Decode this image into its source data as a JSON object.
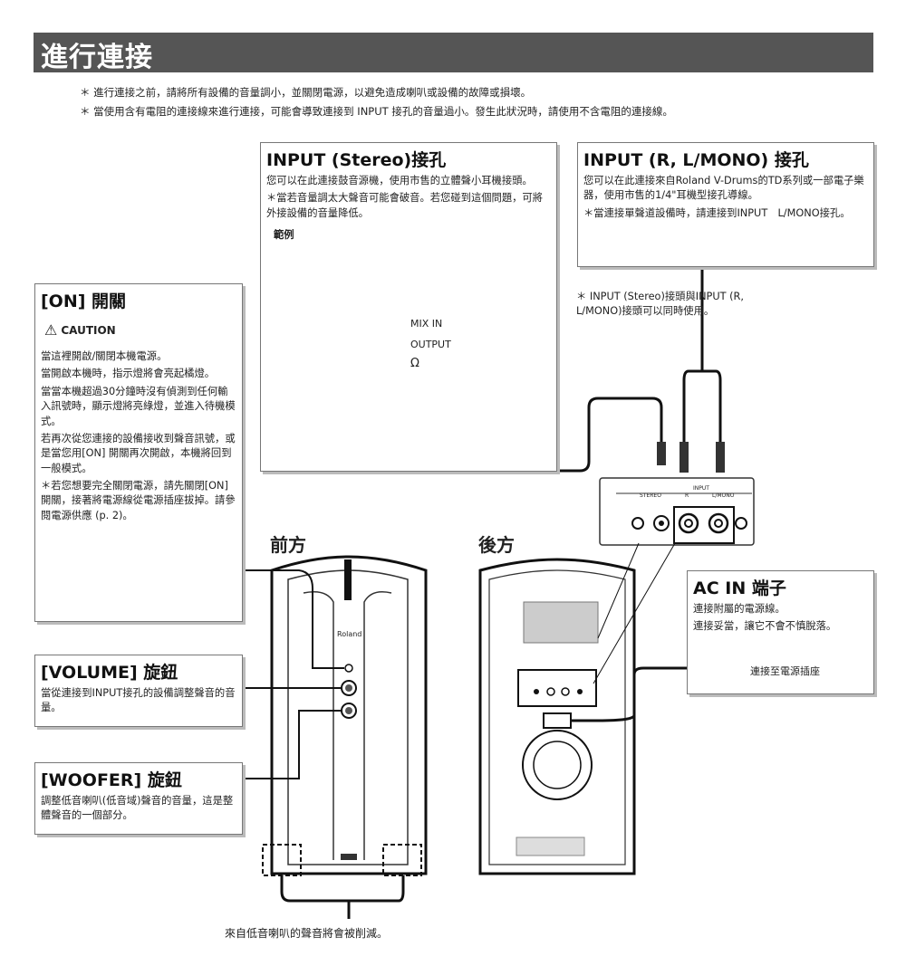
{
  "title": "進行連接",
  "notes": [
    "＊ 進行連接之前，請將所有設備的音量調小，並關閉電源，以避免造成喇叭或設備的故障或損壞。",
    "＊ 當使用含有電阻的連接線來進行連接，可能會導致連接到 INPUT 接孔的音量過小。發生此狀況時，請使用不含電阻的連接線。"
  ],
  "input_stereo": {
    "title": "INPUT (Stereo)接孔",
    "desc": "您可以在此連接鼓音源機，使用市售的立體聲小耳機接頭。",
    "note": "＊當若音量調太大聲音可能會破音。若您碰到這個問題，可將外接設備的音量降低。",
    "example_label": "範例",
    "mix_in": "MIX IN",
    "output": "OUTPUT",
    "headphone": "Ω"
  },
  "input_rl": {
    "title": "INPUT (R, L/MONO) 接孔",
    "desc": "您可以在此連接來自Roland V-Drums的TD系列或一部電子樂器，使用市售的1/4\"耳機型接孔導線。",
    "note": "＊當連接單聲道設備時，請連接到INPUT　L/MONO接孔。"
  },
  "both_note": "＊ INPUT (Stereo)接頭與INPUT (R, L/MONO)接頭可以同時使用。",
  "on_switch": {
    "title": "[ON] 開關",
    "caution": "CAUTION",
    "p1": "當這裡開啟/關閉本機電源。",
    "p2": "當開啟本機時，指示燈將會亮起橘燈。",
    "p3": "當當本機超過30分鐘時沒有偵測到任何輸入訊號時，顯示燈將亮綠燈，並進入待機模式。",
    "p4": "若再次從您連接的設備接收到聲音訊號，或是當您用[ON] 開關再次開啟，本機將回到一般模式。",
    "p5": "＊若您想要完全關閉電源，請先關閉[ON]開關，接著將電源線從電源插座拔掉。請參閱電源供應 (p. 2)。"
  },
  "volume": {
    "title": "[VOLUME] 旋鈕",
    "desc": "當從連接到INPUT接孔的設備調整聲音的音量。"
  },
  "woofer": {
    "title": "[WOOFER] 旋鈕",
    "desc": "調整低音喇叭(低音域)聲音的音量，這是整體聲音的一個部分。"
  },
  "front_label": "前方",
  "back_label": "後方",
  "panel": {
    "stereo": "STEREO",
    "input": "INPUT",
    "r": "R",
    "lmono": "L/MONO"
  },
  "brand": "Roland",
  "acin": {
    "title": "AC IN 端子",
    "p1": "連接附屬的電源線。",
    "p2": "連接妥當，讓它不會不慎脫落。",
    "plug_label": "連接至電源插座"
  },
  "bottom_note": "來自低音喇叭的聲音將會被削減。"
}
